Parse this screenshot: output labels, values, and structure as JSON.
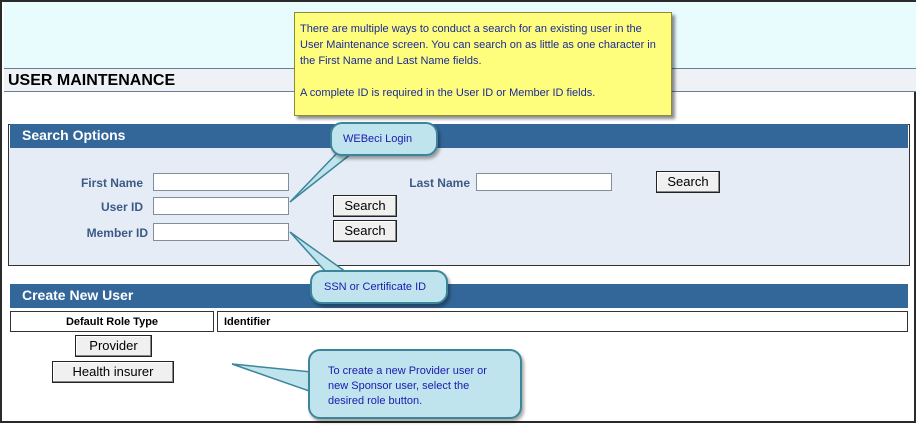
{
  "header": {
    "title": "USER MAINTENANCE"
  },
  "search_options": {
    "title": "Search Options",
    "first_name_label": "First Name",
    "last_name_label": "Last Name",
    "user_id_label": "User ID",
    "member_id_label": "Member ID",
    "first_name_value": "",
    "last_name_value": "",
    "user_id_value": "",
    "member_id_value": "",
    "name_search_button": "Search",
    "user_id_search_button": "Search",
    "member_id_search_button": "Search"
  },
  "create_user": {
    "title": "Create New User",
    "col_role_type": "Default Role Type",
    "col_identifier": "Identifier",
    "provider_button": "Provider",
    "health_insurer_button": "Health insurer"
  },
  "annotations": {
    "note_line1": "There are multiple ways to conduct a search for an existing user in the User Maintenance screen. You can search on as little as one character in the First Name and Last Name fields.",
    "note_line2": "A complete ID is required in the User ID or Member ID fields.",
    "webeci_callout": "WEBeci Login",
    "ssn_callout": "SSN or Certificate ID",
    "create_callout": "To create a new Provider user or new Sponsor user, select the desired role button."
  }
}
